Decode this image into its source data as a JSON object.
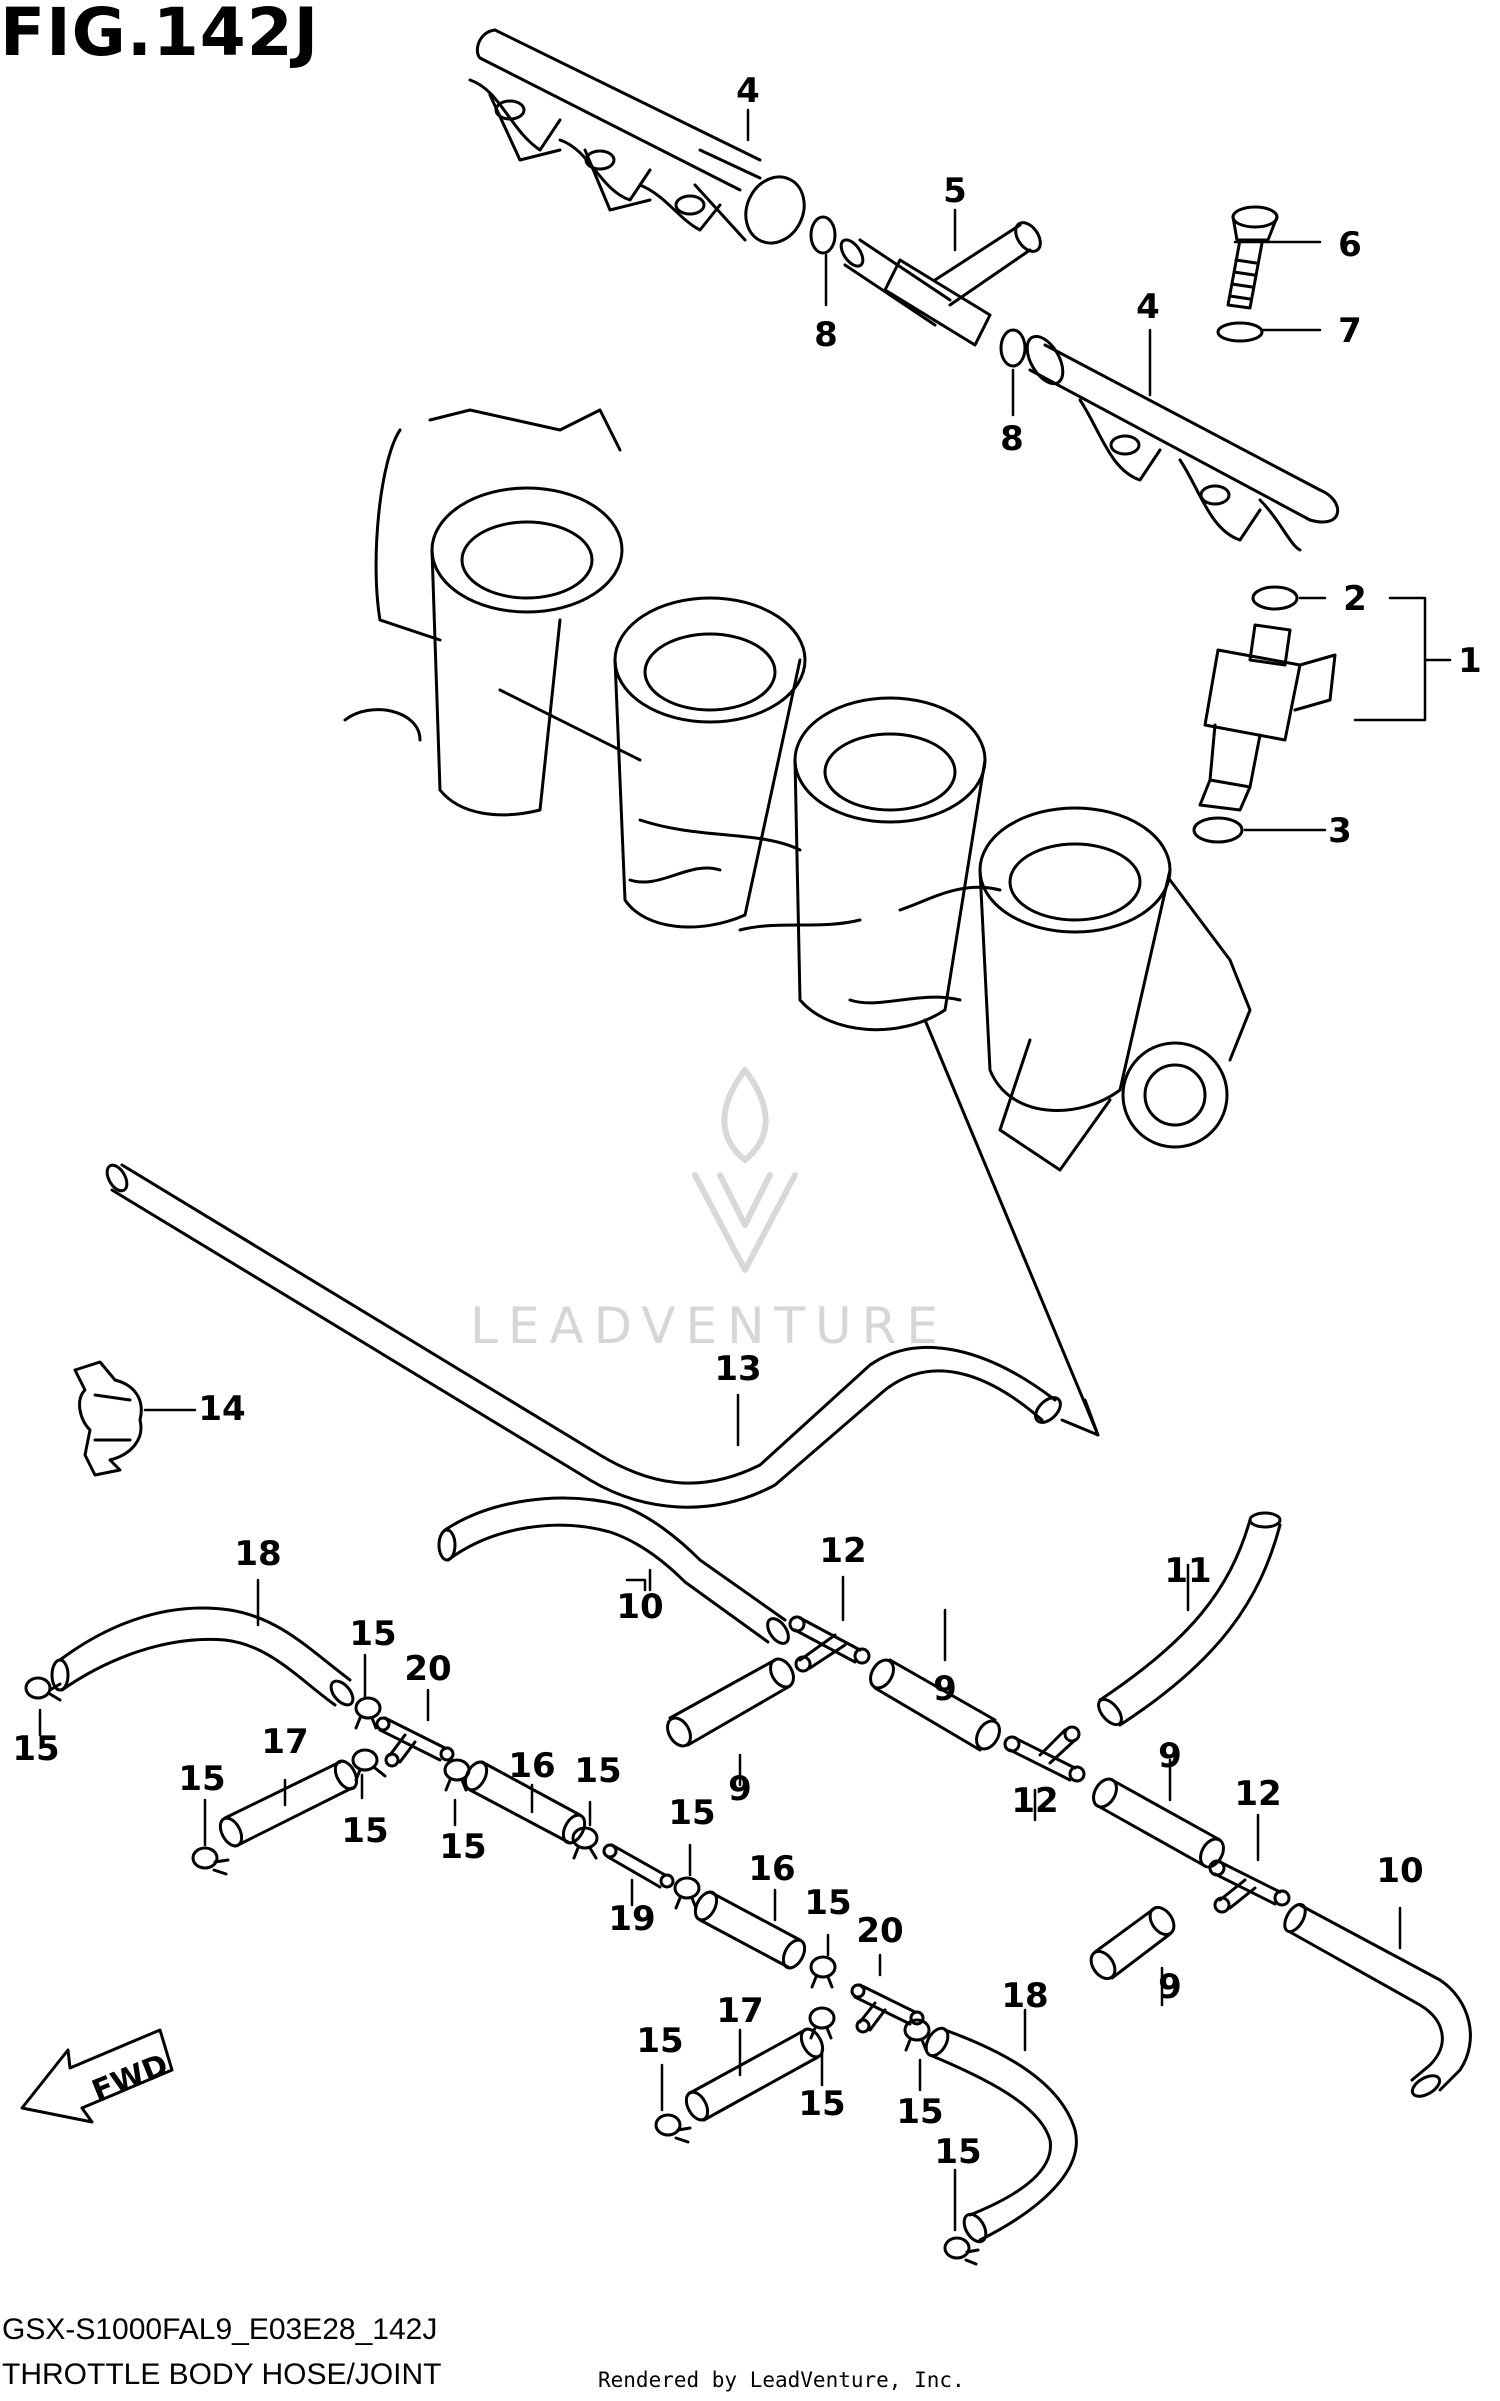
{
  "figure": {
    "title": "FIG.142J",
    "code": "GSX-S1000FAL9_E03E28_142J",
    "name": "THROTTLE BODY HOSE/JOINT",
    "credit": "Rendered by LeadVenture, Inc.",
    "watermark": "LEADVENTURE",
    "fwd_label": "FWD"
  },
  "callouts": [
    "1",
    "2",
    "3",
    "4",
    "4",
    "5",
    "6",
    "7",
    "8",
    "8",
    "9",
    "9",
    "9",
    "9",
    "10",
    "10",
    "11",
    "12",
    "12",
    "12",
    "13",
    "14",
    "15",
    "15",
    "15",
    "15",
    "15",
    "15",
    "15",
    "15",
    "15",
    "15",
    "15",
    "15",
    "16",
    "16",
    "17",
    "17",
    "18",
    "18",
    "19",
    "20",
    "20"
  ]
}
